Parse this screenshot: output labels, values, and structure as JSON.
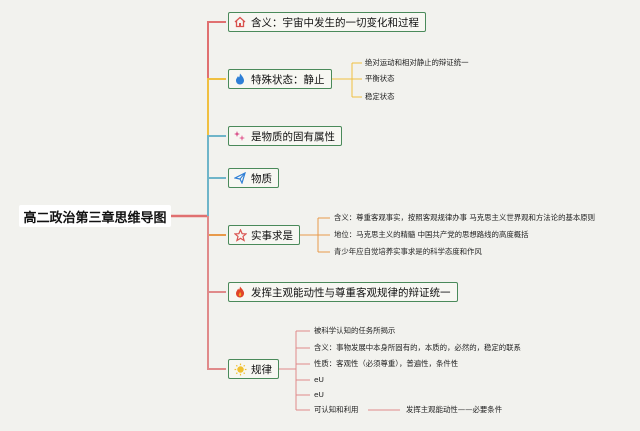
{
  "root": {
    "label": "高二政治第三章思维导图"
  },
  "branches": [
    {
      "label": "含义：宇宙中发生的一切变化和过程",
      "icon": "house-icon",
      "icon_color": "#d9534f",
      "line_color": "#e08a8a",
      "children": []
    },
    {
      "label": "特殊状态：静止",
      "icon": "flame-icon",
      "icon_color": "#2f7fd6",
      "line_color": "#f0c040",
      "children": [
        {
          "label": "绝对运动和相对静止的辩证统一"
        },
        {
          "label": "平衡状态"
        },
        {
          "label": "稳定状态"
        }
      ]
    },
    {
      "label": "是物质的固有属性",
      "icon": "sparkle-icon",
      "icon_color": "#d94f8a",
      "line_color": "#6fb5c9",
      "children": []
    },
    {
      "label": "物质",
      "icon": "paper-plane-icon",
      "icon_color": "#2f7fd6",
      "line_color": "#6fb5c9",
      "children": []
    },
    {
      "label": "实事求是",
      "icon": "star-outline-icon",
      "icon_color": "#d9534f",
      "line_color": "#e89a4a",
      "children": [
        {
          "label": "含义：尊重客观事实，按照客观规律办事 马克思主义世界观和方法论的基本原则"
        },
        {
          "label": "地位：马克思主义的精髓 中国共产党的思想路线的高度概括"
        },
        {
          "label": "青少年应自觉培养实事求是的科学态度和作风"
        }
      ]
    },
    {
      "label": "发挥主观能动性与尊重客观规律的辩证统一",
      "icon": "fire-icon",
      "icon_color": "#e0442a",
      "line_color": "#e08a8a",
      "children": []
    },
    {
      "label": "规律",
      "icon": "sun-icon",
      "icon_color": "#f0c030",
      "line_color": "#e08a8a",
      "children": [
        {
          "label": "被科学认知的任务所揭示"
        },
        {
          "label": "含义：事物发展中本身所固有的，本质的，必然的，稳定的联系"
        },
        {
          "label": "性质：客观性（必须尊重），普遍性，条件性"
        },
        {
          "label": "eU"
        },
        {
          "label": "eU"
        },
        {
          "label": "可认知和利用",
          "extra": "发挥主观能动性——必要条件"
        }
      ]
    }
  ],
  "colors": {
    "trunk": "#e07070",
    "root_bg": "#ffffff",
    "node_border": "#4a8a5a",
    "background": "#f2f2ee"
  }
}
